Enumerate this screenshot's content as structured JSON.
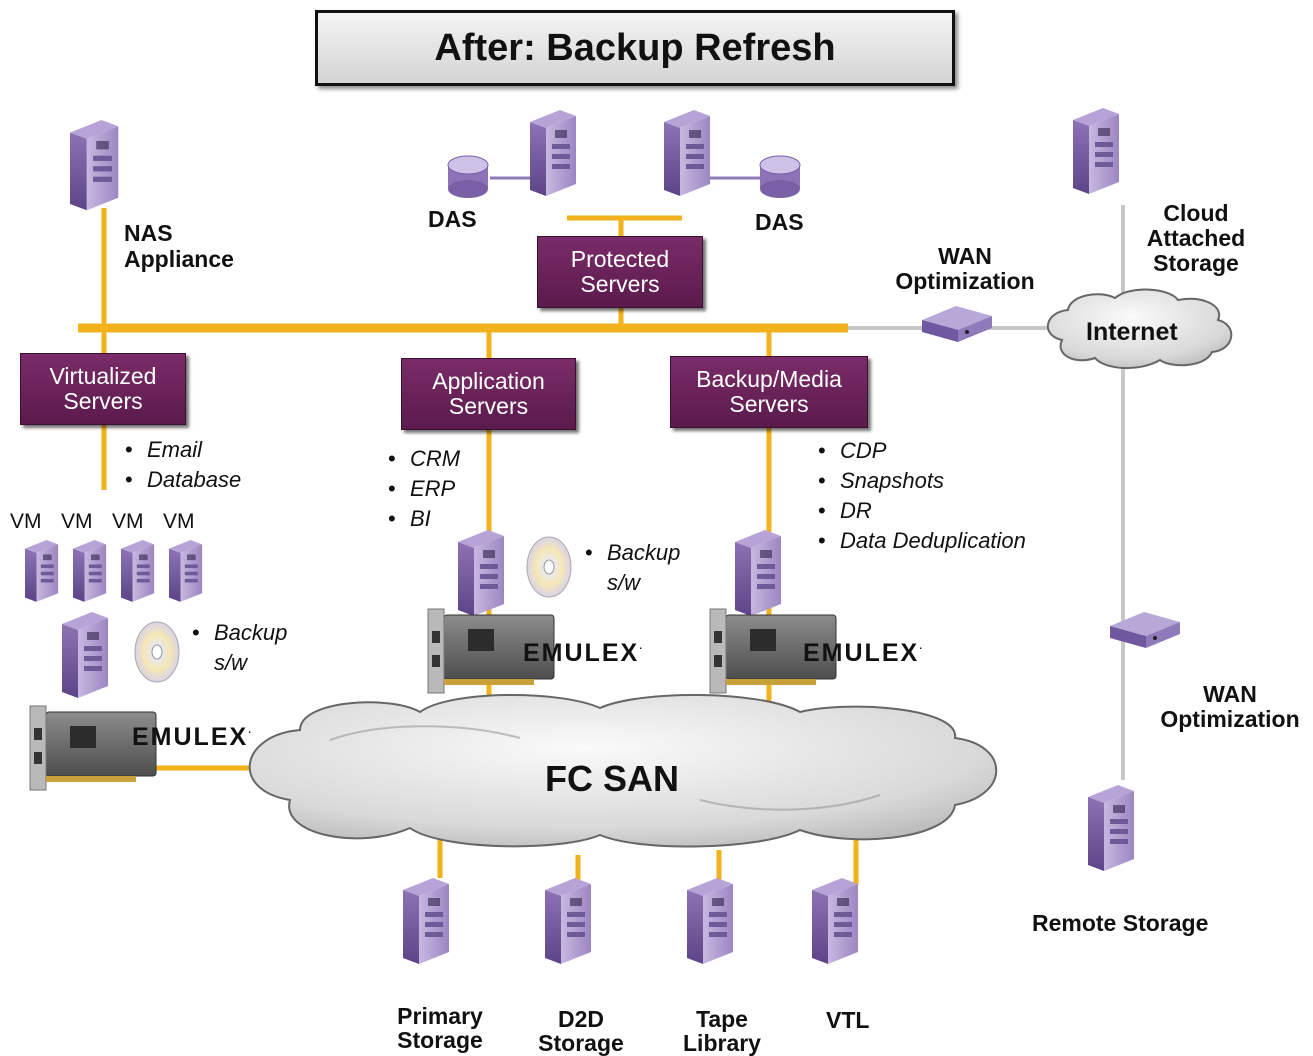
{
  "title": "After: Backup Refresh",
  "boxes": {
    "protected": [
      "Protected",
      "Servers"
    ],
    "virtualized": [
      "Virtualized",
      "Servers"
    ],
    "application": [
      "Application",
      "Servers"
    ],
    "backup_media": [
      "Backup/Media",
      "Servers"
    ]
  },
  "labels": {
    "das_left": "DAS",
    "das_right": "DAS",
    "nas": [
      "NAS",
      "Appliance"
    ],
    "wan_top": [
      "WAN",
      "Optimization"
    ],
    "internet": "Internet",
    "cloud": [
      "Cloud",
      "Attached",
      "Storage"
    ],
    "wan_right": [
      "WAN",
      "Optimization"
    ],
    "remote_storage": "Remote Storage",
    "fc_san": "FC SAN",
    "vm": [
      "VM",
      "VM",
      "VM",
      "VM"
    ],
    "primary_storage": [
      "Primary",
      "Storage"
    ],
    "d2d_storage": [
      "D2D",
      "Storage"
    ],
    "tape_library": [
      "Tape",
      "Library"
    ],
    "vtl": "VTL"
  },
  "bullets": {
    "virtualized": [
      "Email",
      "Database"
    ],
    "application": [
      "CRM",
      "ERP",
      "BI"
    ],
    "backup_media": [
      "CDP",
      "Snapshots",
      "DR",
      "Data Deduplication"
    ],
    "backup_sw_left": [
      "Backup",
      "s/w"
    ],
    "backup_sw_mid": [
      "Backup",
      "s/w"
    ]
  },
  "brand": {
    "name": "EMULEX",
    "mark": "·"
  },
  "colors": {
    "link": "#f2b21b",
    "wan_link": "#c8c8c8",
    "server": "#6b3a8c",
    "box": "#6a2258"
  }
}
